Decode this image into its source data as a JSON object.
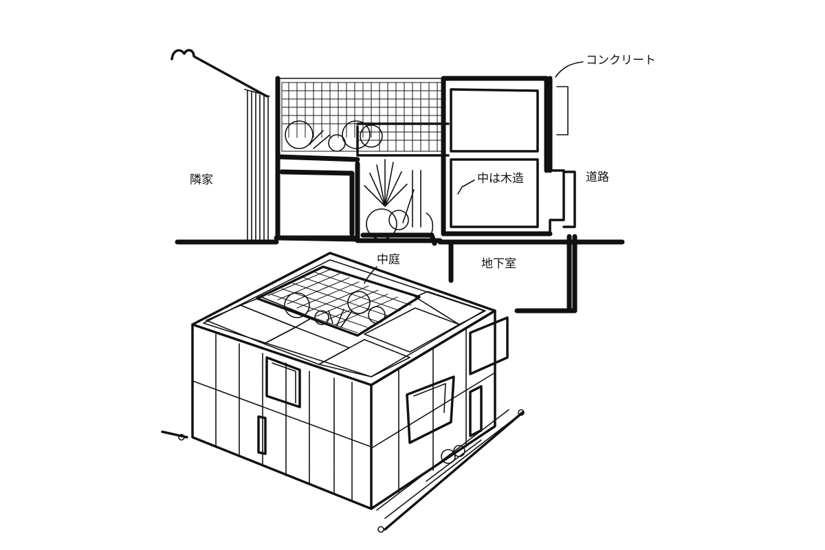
{
  "labels": {
    "concrete": "コンクリート",
    "neighbor": "隣家",
    "road": "道路",
    "wood_interior": "中は木造",
    "basement": "地下室",
    "courtyard": "中庭"
  }
}
